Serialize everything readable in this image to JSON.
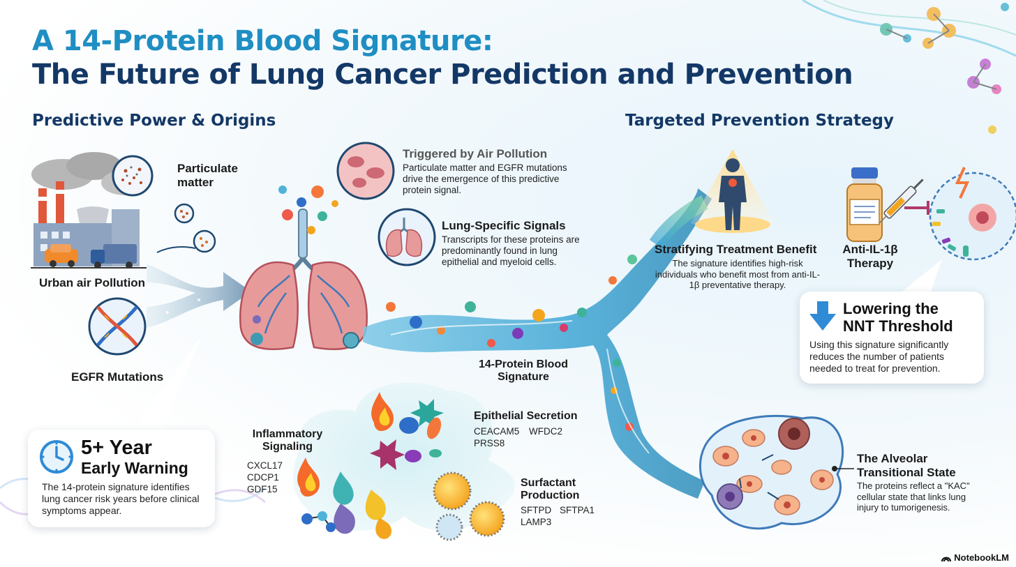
{
  "title": {
    "line1": "A 14-Protein Blood Signature:",
    "line2": "The Future of Lung Cancer Prediction and Prevention"
  },
  "sections": {
    "left": "Predictive Power & Origins",
    "right": "Targeted Prevention Strategy"
  },
  "origins": {
    "particulate": "Particulate matter",
    "urban": "Urban air Pollution",
    "egfr": "EGFR Mutations"
  },
  "air_pollution": {
    "title": "Triggered by Air Pollution",
    "text": "Particulate matter and EGFR mutations drive the emergence of this predictive protein signal."
  },
  "lung_signals": {
    "title": "Lung-Specific Signals",
    "text": "Transcripts for these proteins are predominantly found in lung epithelial and myeloid cells."
  },
  "signature_label": "14-Protein Blood Signature",
  "inflammatory": {
    "title": "Inflammatory Signaling",
    "proteins": [
      "CXCL17",
      "CDCP1",
      "GDF15"
    ]
  },
  "epithelial": {
    "title": "Epithelial Secretion",
    "proteins": [
      "CEACAM5",
      "WFDC2",
      "PRSS8"
    ]
  },
  "surfactant": {
    "title": "Surfactant Production",
    "proteins": [
      "SFTPD",
      "SFTPA1",
      "LAMP3"
    ]
  },
  "warning": {
    "title": "5+ Year",
    "subtitle": "Early Warning",
    "text": "The 14-protein signature identifies lung cancer risk years before clinical symptoms appear."
  },
  "stratifying": {
    "title": "Stratifying Treatment Benefit",
    "text": "The signature identifies high-risk individuals who benefit most from anti-IL-1β preventative therapy."
  },
  "therapy": {
    "title": "Anti-IL-1β Therapy"
  },
  "nnt": {
    "title_line1": "Lowering the",
    "title_line2": "NNT Threshold",
    "text": "Using this signature significantly reduces the number of patients needed to treat for prevention."
  },
  "alveolar": {
    "title": "The Alveolar Transitional State",
    "text": "The proteins reflect a \"KAC\" cellular state that links lung injury to tumorigenesis."
  },
  "brand": "NotebookLM",
  "colors": {
    "title_blue": "#1f8ec3",
    "navy": "#143866",
    "stream": "#4fb3d9",
    "stream_green": "#5cc49a",
    "arrow": "#2f8bd6"
  },
  "icons": {
    "clock": "clock-icon",
    "down_arrow": "down-arrow-icon",
    "brand": "notebooklm-icon"
  }
}
